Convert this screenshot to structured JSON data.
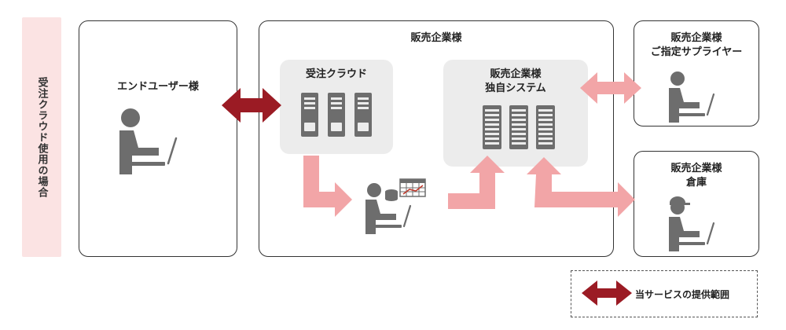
{
  "side_label": "受注クラウド使用の場合",
  "end_user": {
    "title": "エンドユーザー様"
  },
  "seller": {
    "title": "販売企業様"
  },
  "order_cloud": {
    "title": "受注クラウド"
  },
  "seller_system": {
    "line1": "販売企業様",
    "line2": "独自システム"
  },
  "supplier": {
    "line1": "販売企業様",
    "line2": "ご指定サプライヤー"
  },
  "warehouse": {
    "line1": "販売企業様",
    "line2": "倉庫"
  },
  "legend": {
    "label": "当サービスの提供範囲"
  },
  "colors": {
    "dark_arrow": "#9b1b24",
    "light_arrow": "#f2a5a7",
    "icon": "#6d6d6d",
    "side_band": "#fbe3e3"
  }
}
